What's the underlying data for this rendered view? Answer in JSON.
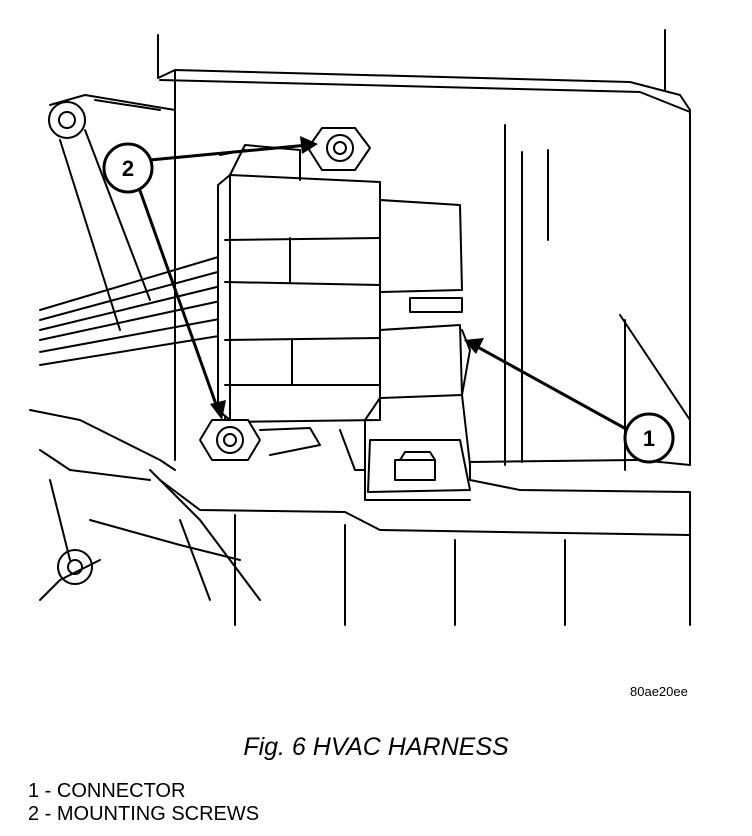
{
  "figure": {
    "code": "80ae20ee",
    "caption": "Fig. 6 HVAC HARNESS",
    "callouts": [
      {
        "number": "1",
        "name": "connector"
      },
      {
        "number": "2",
        "name": "mounting-screws"
      }
    ],
    "legend": [
      {
        "text": "1 - CONNECTOR"
      },
      {
        "text": "2 - MOUNTING SCREWS"
      }
    ]
  }
}
